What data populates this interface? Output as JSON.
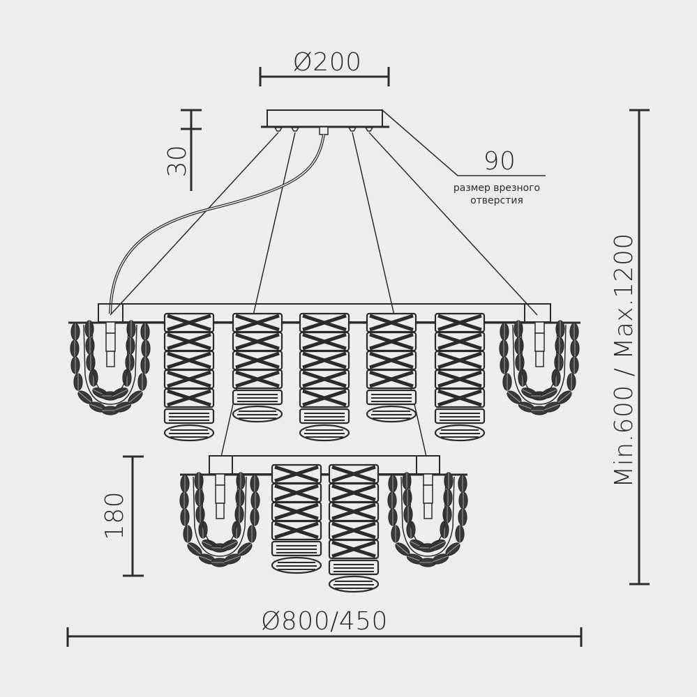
{
  "diagram": {
    "type": "technical-drawing",
    "subject": "crystal pendant chandelier, two-tier",
    "colors": {
      "background": "#ededed",
      "ink": "#2b2b2b"
    },
    "dimensions": {
      "canopy_diameter": "Ø200",
      "canopy_height": "30",
      "cutout_size": "90",
      "cutout_caption_line1": "размер врезного",
      "cutout_caption_line2": "отверстия",
      "total_height": "Min.600 / Max.1200",
      "lower_tier_height": "180",
      "overall_diameter": "Ø800/450"
    },
    "components": {
      "canopy": "ceiling canopy with 4 cable anchors and 1 power lead",
      "upper_tier": {
        "u_shaped_crystal_strands": 2,
        "crystal_columns": 5
      },
      "lower_tier": {
        "u_shaped_crystal_strands": 2,
        "crystal_columns": 2
      }
    }
  }
}
